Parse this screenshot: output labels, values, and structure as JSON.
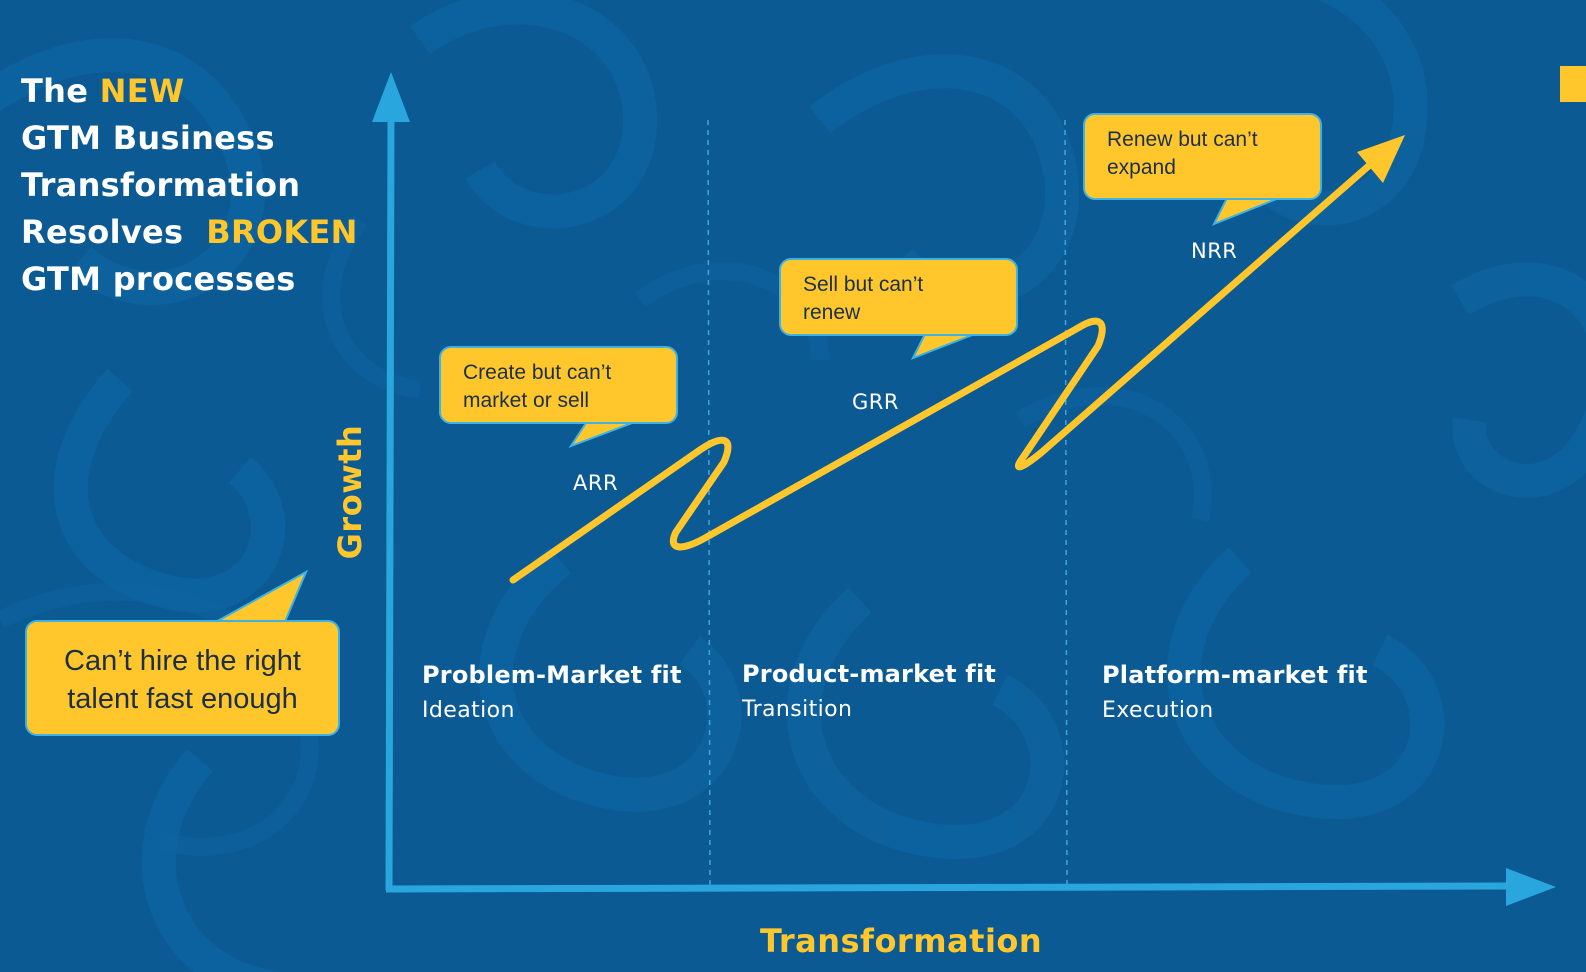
{
  "headline": {
    "line1_prefix": "The",
    "line1_highlight": "NEW",
    "line2": "GTM Business",
    "line3": "Transformation",
    "line4_prefix": "Resolves",
    "line4_highlight": "BROKEN",
    "line5": "GTM processes"
  },
  "axes": {
    "y_label": "Growth",
    "x_label": "Transformation"
  },
  "stages": [
    {
      "title": "Problem-Market fit",
      "subtitle": "Ideation"
    },
    {
      "title": "Product-market fit",
      "subtitle": "Transition"
    },
    {
      "title": "Platform-market fit",
      "subtitle": "Execution"
    }
  ],
  "metrics": [
    "ARR",
    "GRR",
    "NRR"
  ],
  "callouts": {
    "create": {
      "line1": "Create but can’t",
      "line2": "market or sell"
    },
    "sell": {
      "line1": "Sell but can’t",
      "line2": "renew"
    },
    "renew": {
      "line1": "Renew but can’t",
      "line2": "expand"
    },
    "hire": {
      "line1": "Can’t hire the right",
      "line2": "talent fast enough"
    }
  },
  "colors": {
    "background": "#0b5a94",
    "accent_yellow": "#ffc72c",
    "axis_blue": "#2aa6de",
    "text_white": "#ffffff",
    "callout_text": "#1d2f44"
  }
}
